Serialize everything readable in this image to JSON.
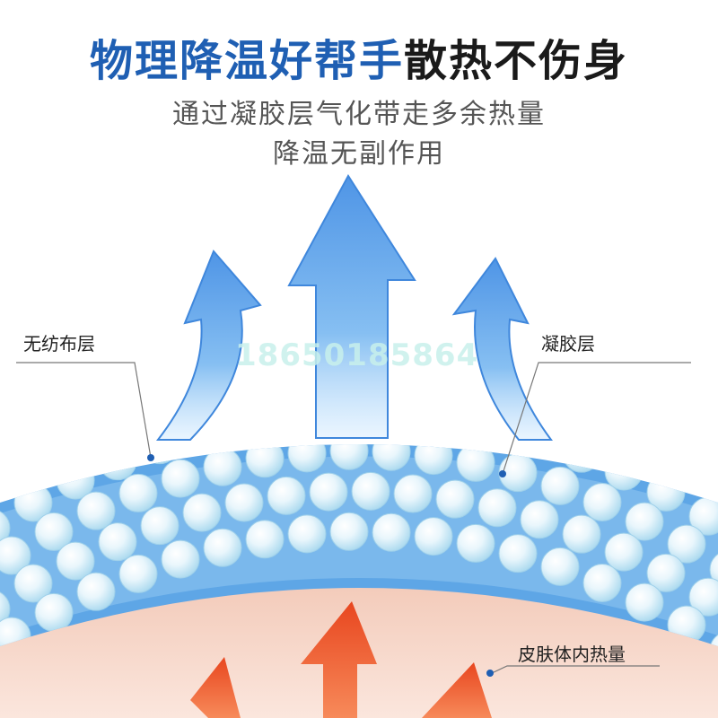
{
  "title": {
    "part_blue": "物理降温好帮手",
    "part_dark": "散热不伤身"
  },
  "subtitle": {
    "line1": "通过凝胶层气化带走多余热量",
    "line2": "降温无副作用"
  },
  "labels": {
    "nonwoven": "无纺布层",
    "gel": "凝胶层",
    "body_heat": "皮肤体内热量"
  },
  "watermark": "18650185864",
  "colors": {
    "title_blue": "#1f5fb3",
    "title_dark": "#1a1a1a",
    "subtitle_gray": "#555555",
    "cool_arrow": "#5aa0e8",
    "heat_arrow": "#ee5a2c",
    "skin": "#f6d5c6",
    "band": "#5ea6e6"
  },
  "icons": {
    "cool_arrows": "cool-air-arrow",
    "heat_arrows": "heat-arrow",
    "gel_beads": "gel-bead"
  }
}
